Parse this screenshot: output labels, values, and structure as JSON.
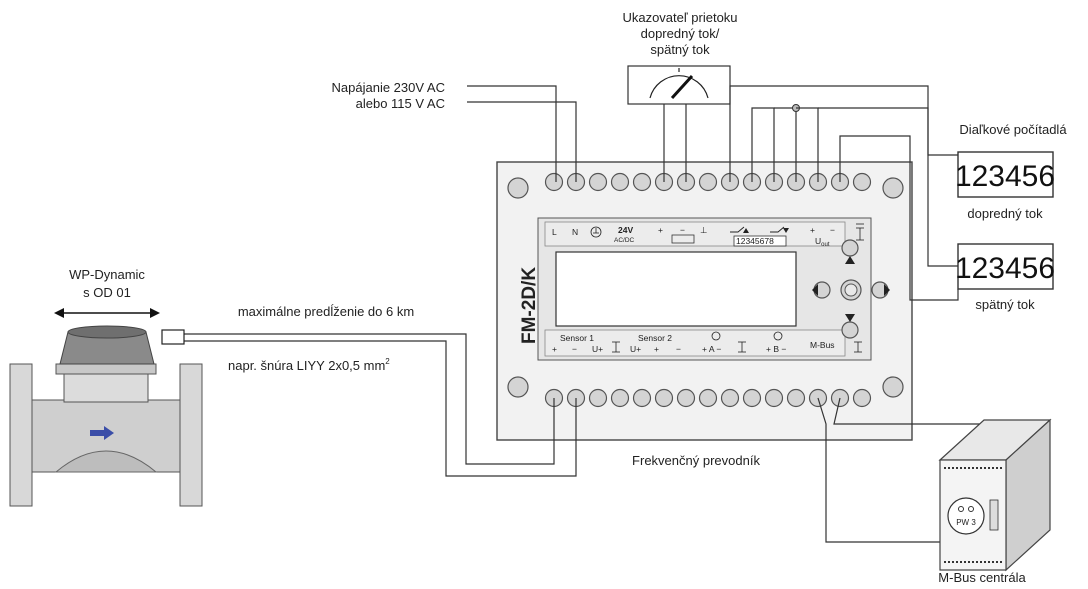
{
  "labels": {
    "flow_indicator": [
      "Ukazovateľ prietoku",
      "dopredný tok/",
      "spätný tok"
    ],
    "power": [
      "Napájanie 230V AC",
      "alebo 115 V AC"
    ],
    "remote_counters": "Diaľkové počítadlá",
    "forward_flow": "dopredný tok",
    "reverse_flow": "spätný tok",
    "meter_name": [
      "WP-Dynamic",
      "s OD 01"
    ],
    "max_extension": "maximálne predĺženie do 6 km",
    "cable_example": "napr. šnúra LIYY 2x0,5 mm",
    "cable_unit_sup": "2",
    "converter": "Frekvenčný prevodník",
    "mbus_central": "M-Bus centrála"
  },
  "device": {
    "name": "FM-2D/K",
    "top_terminal_labels": {
      "l": "L",
      "n": "N",
      "v24": "24V",
      "acdc": "AC/DC",
      "plus": "+",
      "minus": "−",
      "ground": "⊥",
      "uout_plus": "+",
      "uout_minus": "−",
      "uout": "U",
      "uout_sub": "out"
    },
    "relay_display": "12345678",
    "bottom_terminal_labels": {
      "sensor1": "Sensor 1",
      "sensor2": "Sensor 2",
      "s1_plus": "+",
      "s1_minus": "−",
      "s1_u": "U+",
      "s2_u": "U+",
      "s2_plus": "+",
      "s2_minus": "−",
      "a": "+ A −",
      "b": "+ B −",
      "mbus": "M-Bus"
    }
  },
  "counters": {
    "forward_value": "123456",
    "reverse_value": "123456"
  },
  "mbus_unit": {
    "port_label": "PW 3"
  }
}
